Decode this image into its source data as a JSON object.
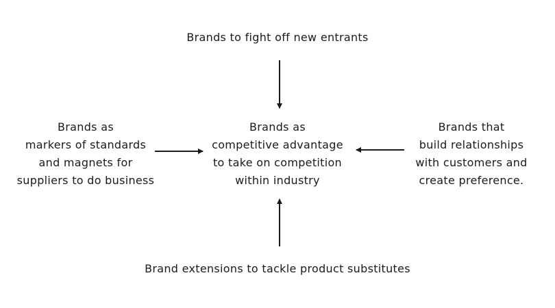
{
  "diagram": {
    "top": {
      "lines": [
        "Brands to fight off new entrants"
      ]
    },
    "left": {
      "lines": [
        "Brands as",
        "markers of standards",
        "and magnets for",
        "suppliers to do business"
      ]
    },
    "center": {
      "lines": [
        "Brands as",
        "competitive advantage",
        "to take on competition",
        "within industry"
      ]
    },
    "right": {
      "lines": [
        "Brands that",
        "build relationships",
        "with customers and",
        "create preference."
      ]
    },
    "bottom": {
      "lines": [
        "Brand extensions to tackle product substitutes"
      ]
    }
  }
}
